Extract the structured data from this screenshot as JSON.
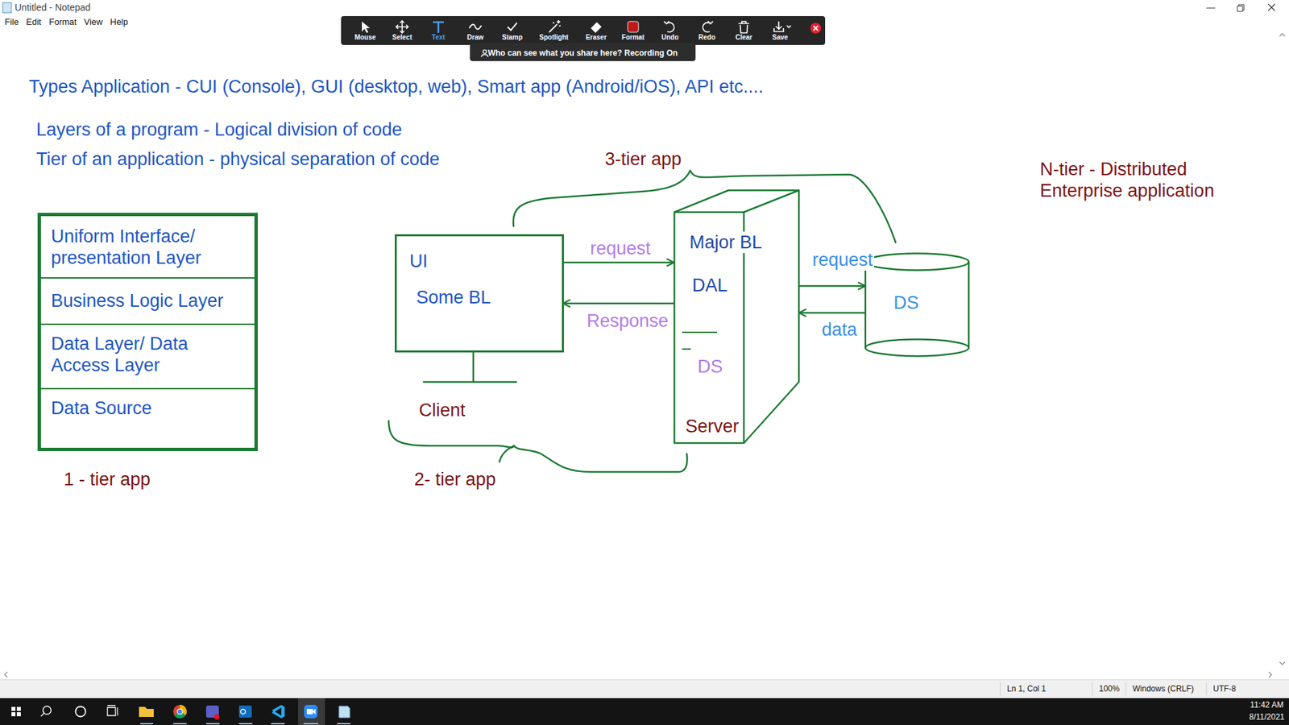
{
  "diagram": {
    "nodes": [
      {
        "text": [
          "1 - tier app"
        ]
      },
      {
        "text": [
          "Uniform Interface/ presentation Layer"
        ],
        "in": 0
      },
      {
        "text": [
          "Business Logic Layer"
        ],
        "in": 0
      },
      {
        "text": [
          "Data Layer/ Data Access Layer"
        ],
        "in": 0
      },
      {
        "text": [
          "Data Source"
        ],
        "in": 0
      },
      {
        "text": [
          "UI",
          "Some BL",
          "Client"
        ]
      },
      {
        "text": [
          "Major BL",
          "DAL",
          "DS",
          "Server"
        ]
      },
      {
        "text": [
          "DS"
        ]
      }
    ],
    "edges": [
      {
        "from": 5,
        "to": 6,
        "label": "request",
        "arrow": "to"
      },
      {
        "from": 6,
        "to": 5,
        "label": "Response",
        "arrow": "to"
      },
      {
        "from": 6,
        "to": 7,
        "label": "request",
        "arrow": "to"
      },
      {
        "from": 7,
        "to": 6,
        "label": "data",
        "arrow": "to"
      }
    ],
    "labels": [
      "Untitled - Notepad",
      "File",
      "Edit",
      "Format",
      "View",
      "Help",
      "Mouse",
      "Select",
      "Text",
      "Draw",
      "Stamp",
      "Spotlight",
      "Eraser",
      "Format",
      "Undo",
      "Redo",
      "Clear",
      "Save",
      "Who can see what you share here? Recording On",
      "Types Application - CUI (Console), GUI (desktop, web), Smart app (Android/iOS), API etc....",
      "Layers of a program - Logical division of code",
      "Tier of an application - physical separation of code",
      "3-tier app",
      "N-tier - Distributed Enterprise application",
      "2- tier app",
      "Ln 1, Col 1",
      "100%",
      "Windows (CRLF)",
      "UTF-8",
      "11:42 AM",
      "8/11/2021"
    ]
  }
}
